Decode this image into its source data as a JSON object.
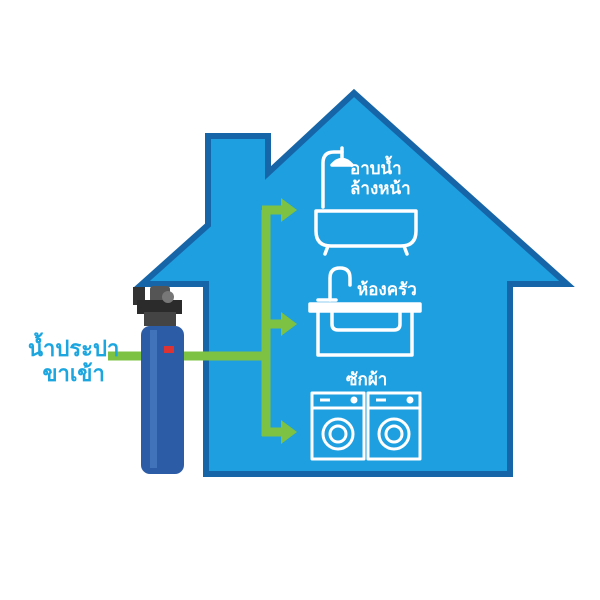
{
  "inlet_label": {
    "line1": "น้ำประปา",
    "line2": "ขาเข้า"
  },
  "rooms": [
    {
      "line1": "อาบน้ำ",
      "line2": "ล้างหน้า",
      "icon": "bathtub-icon"
    },
    {
      "line1": "ห้องครัว",
      "icon": "kitchen-sink-icon"
    },
    {
      "line1": "ซักผ้า",
      "icon": "washing-machine-icon"
    }
  ],
  "colors": {
    "house_fill": "#1e9fe0",
    "house_outline": "#1565a8",
    "pipe": "#7dc242",
    "label_text": "#1ca6e0",
    "icon_stroke": "#ffffff",
    "filter_body": "#2c5ca6"
  }
}
